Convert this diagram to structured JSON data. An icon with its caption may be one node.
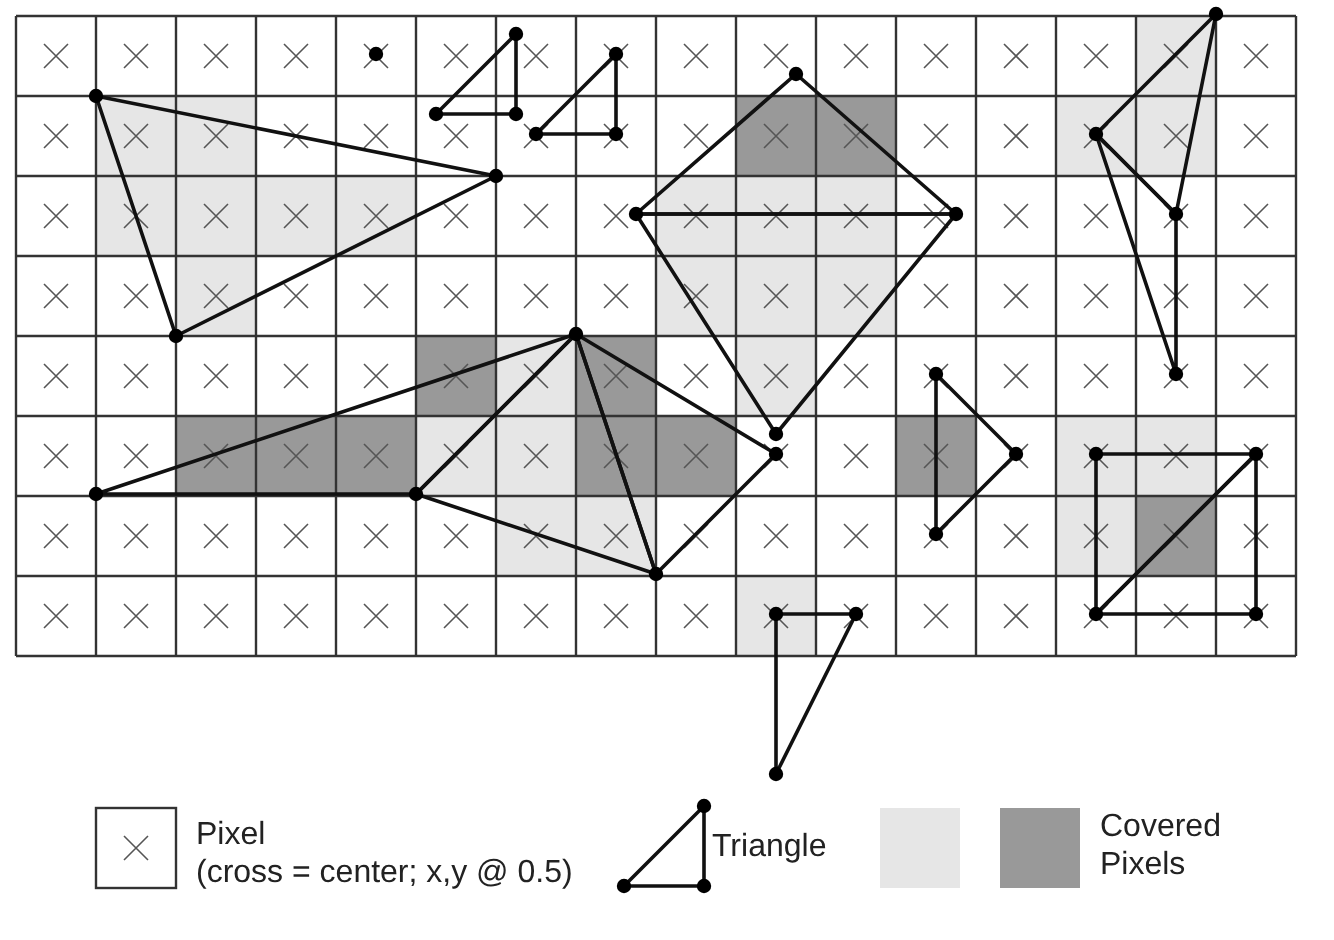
{
  "diagram": {
    "legend": [
      {
        "text": "Pixel (cross = center; x,y @ 0.5)"
      },
      {
        "text": "Triangle"
      },
      {
        "text": "Covered Pixels",
        "color": "#999999"
      }
    ]
  }
}
